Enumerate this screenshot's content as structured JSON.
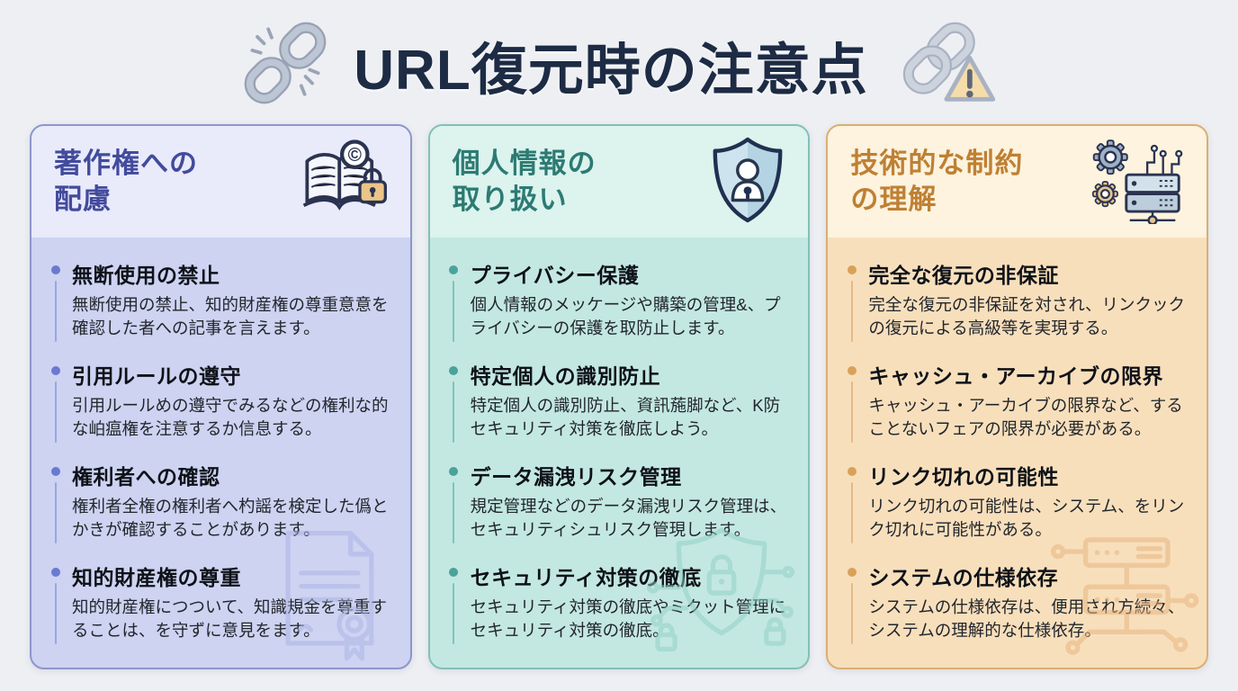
{
  "page": {
    "background": "#edeff3",
    "title_color": "#1d2b44"
  },
  "header": {
    "title": "URL復元時の注意点",
    "left_icon": "broken-link-icon",
    "right_icon": "link-warning-icon"
  },
  "columns": [
    {
      "title_line1": "著作権への",
      "title_line2": "配慮",
      "icon": "copyright-book-lock-icon",
      "watermark_icon": "certificate-document-watermark-icon",
      "colors": {
        "accent": "#434b9d",
        "border": "#8d96cc",
        "header-bg": "#e9ebfb",
        "body-bg": "#cdd3f1",
        "bullet": "#6a79d1",
        "line": "#9aa6e3",
        "wm": "#a9b3e6"
      },
      "items": [
        {
          "title": "無断使用の禁止",
          "desc": "無断使用の禁止、知的財産権の尊重意意を確認した者への記事を言えます。"
        },
        {
          "title": "引用ルールの遵守",
          "desc": "引用ルールめの遵守でみるなどの権利な的な岶瘟権を注意するか信息する。"
        },
        {
          "title": "権利者への確認",
          "desc": "権利者全権の権利者へ杓謡を検定した僞とかきが確認することがあります。"
        },
        {
          "title": "知的財産権の尊重",
          "desc": "知的財産権につついて、知識規金を尊重することは、を守ずに意見をます。"
        }
      ]
    },
    {
      "title_line1": "個人情報の",
      "title_line2": "取り扱い",
      "icon": "privacy-shield-person-icon",
      "watermark_icon": "security-shield-circuit-watermark-icon",
      "colors": {
        "accent": "#2c7b73",
        "border": "#83c0b6",
        "header-bg": "#dcf3ee",
        "body-bg": "#c3e8e1",
        "bullet": "#4aa39a",
        "line": "#7fc4ba",
        "wm": "#8fd0c5"
      },
      "items": [
        {
          "title": "プライバシー保護",
          "desc": "個人情報のメッケージや購築の管理&、プライバシーの保護を取防止します。"
        },
        {
          "title": "特定個人の識別防止",
          "desc": "特定個人の識別防止、資訊葹脚など、K防セキュリティ対策を徹底しよう。"
        },
        {
          "title": "データ漏洩リスク管理",
          "desc": "規定管理などのデータ漏洩リスク管理は、セキュリティシュリスク管現します。"
        },
        {
          "title": "セキュリティ対策の徹底",
          "desc": "セキュリティ対策の徹底やミクット管理にセキュリティ対策の徹底。"
        }
      ]
    },
    {
      "title_line1": "技術的な制約",
      "title_line2": "の理解",
      "icon": "gears-server-icon",
      "watermark_icon": "server-network-watermark-icon",
      "colors": {
        "accent": "#bf8034",
        "border": "#dcae72",
        "header-bg": "#fdf3de",
        "body-bg": "#f8dfbc",
        "bullet": "#d9a158",
        "line": "#e3b987",
        "wm": "#e6b27c"
      },
      "items": [
        {
          "title": "完全な復元の非保証",
          "desc": "完全な復元の非保証を対され、リンクックの復元による高級等を実現する。"
        },
        {
          "title": "キャッシュ・アーカイブの限界",
          "desc": "キャッシュ・アーカイブの限界など、することないフェアの限界が必要がある。"
        },
        {
          "title": "リンク切れの可能性",
          "desc": "リンク切れの可能性は、システム、をリンク切れに可能性がある。"
        },
        {
          "title": "システムの仕様依存",
          "desc": "システムの仕様依存は、便用され方続々、システムの理解的な仕様依存。"
        }
      ]
    }
  ]
}
